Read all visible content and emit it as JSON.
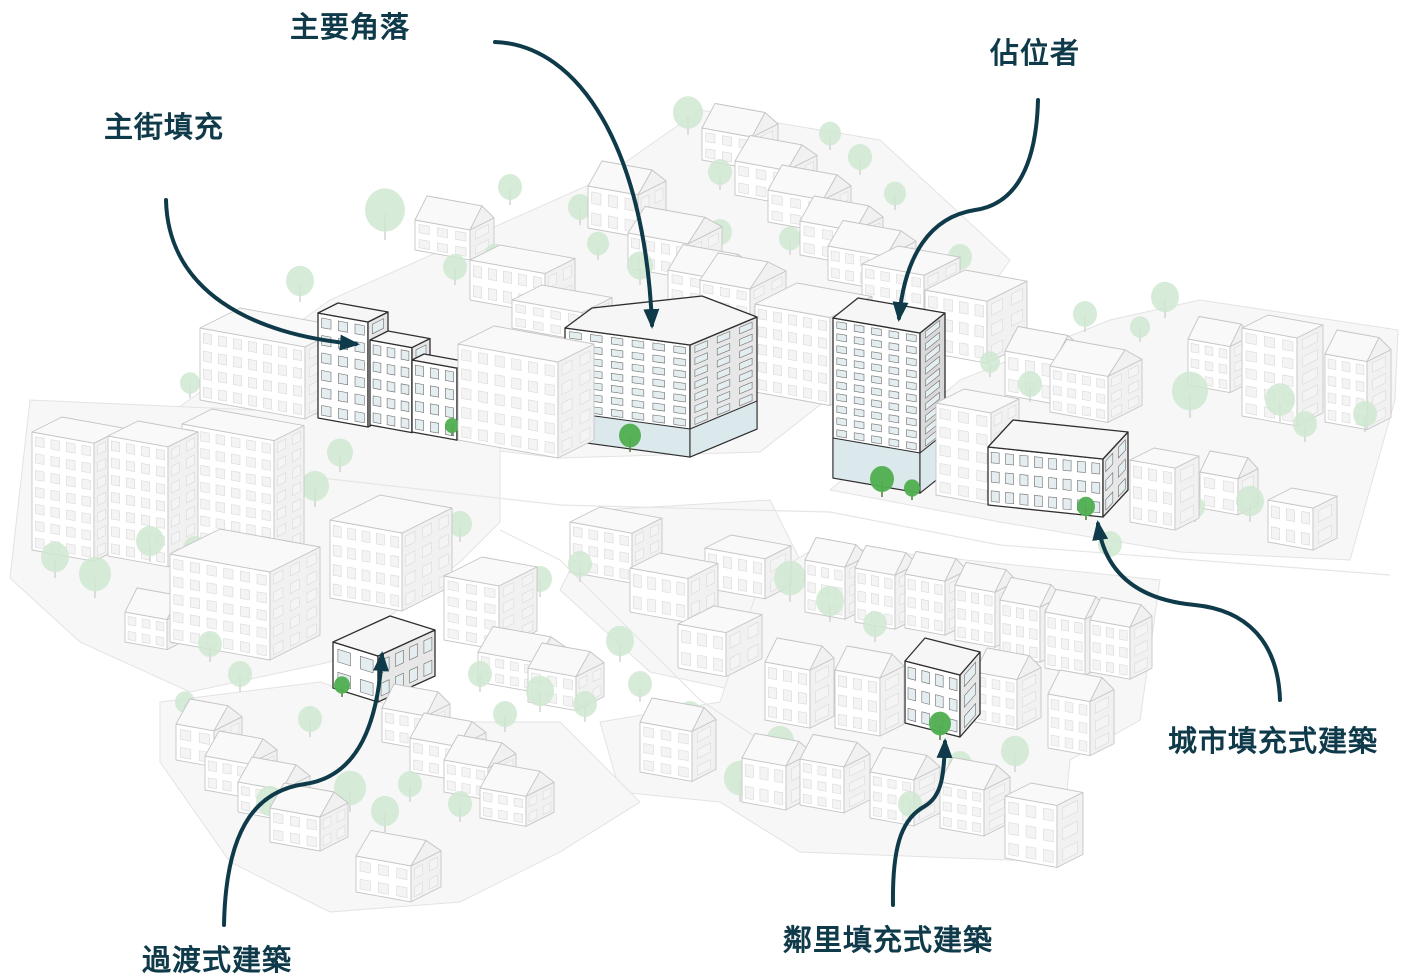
{
  "labels": {
    "main_corner": "主要角落",
    "main_street_infill": "主街填充",
    "placeholder": "佔位者",
    "urban_infill": "城市填充式建築",
    "transition": "過渡式建築",
    "neighborhood_infill": "鄰里填充式建築"
  },
  "colors": {
    "label_text": "#0f3a4a",
    "arrow": "#0f3a4a",
    "highlight_outline": "#2f2f2f",
    "highlight_tree": "#4fae4f",
    "background_tree": "#cfe7d1",
    "background_building_outline": "#c6c6c6",
    "glass": "#dbe8ec",
    "ground": "#f6f7f6"
  }
}
